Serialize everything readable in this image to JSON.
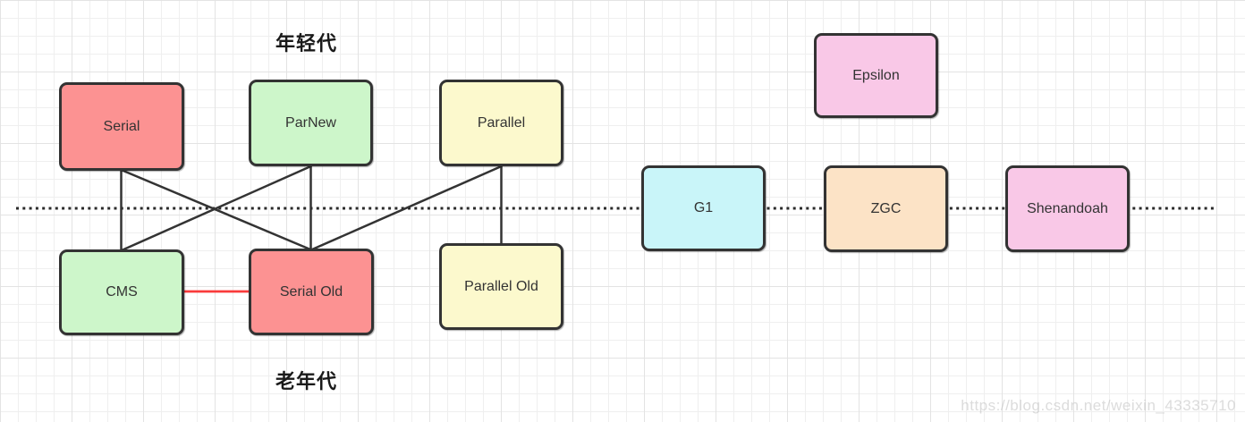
{
  "diagram": {
    "title_context": "JVM garbage collectors diagram",
    "labels": {
      "young_gen": "年轻代",
      "old_gen": "老年代"
    },
    "nodes": {
      "serial": {
        "label": "Serial",
        "color": "#fc9292",
        "generation": "young"
      },
      "parnew": {
        "label": "ParNew",
        "color": "#cdf6ca",
        "generation": "young"
      },
      "parallel": {
        "label": "Parallel",
        "color": "#fcf9cd",
        "generation": "young"
      },
      "cms": {
        "label": "CMS",
        "color": "#cdf6ca",
        "generation": "old"
      },
      "serial_old": {
        "label": "Serial Old",
        "color": "#fc9292",
        "generation": "old"
      },
      "parallel_old": {
        "label": "Parallel Old",
        "color": "#fcf9cd",
        "generation": "old"
      },
      "g1": {
        "label": "G1",
        "color": "#c9f5f9",
        "generation": "both"
      },
      "zgc": {
        "label": "ZGC",
        "color": "#fce3c6",
        "generation": "both"
      },
      "shenandoah": {
        "label": "Shenandoah",
        "color": "#f9c8e7",
        "generation": "both"
      },
      "epsilon": {
        "label": "Epsilon",
        "color": "#f9c8e7",
        "generation": "none"
      }
    },
    "edges": [
      {
        "from": "Serial",
        "to": "CMS",
        "style": "solid-black"
      },
      {
        "from": "Serial",
        "to": "Serial Old",
        "style": "solid-black"
      },
      {
        "from": "ParNew",
        "to": "CMS",
        "style": "solid-black"
      },
      {
        "from": "ParNew",
        "to": "Serial Old",
        "style": "solid-black"
      },
      {
        "from": "Parallel",
        "to": "Serial Old",
        "style": "solid-black"
      },
      {
        "from": "Parallel",
        "to": "Parallel Old",
        "style": "solid-black"
      },
      {
        "from": "CMS",
        "to": "Serial Old",
        "style": "solid-red"
      }
    ],
    "divider": {
      "style": "dotted",
      "orientation": "horizontal"
    },
    "colors": {
      "connector": "#333333",
      "red_connector": "#f93b3b",
      "dotted_divider": "#2b2b2b",
      "node_border": "#333333"
    },
    "watermark": "https://blog.csdn.net/weixin_43335710"
  }
}
